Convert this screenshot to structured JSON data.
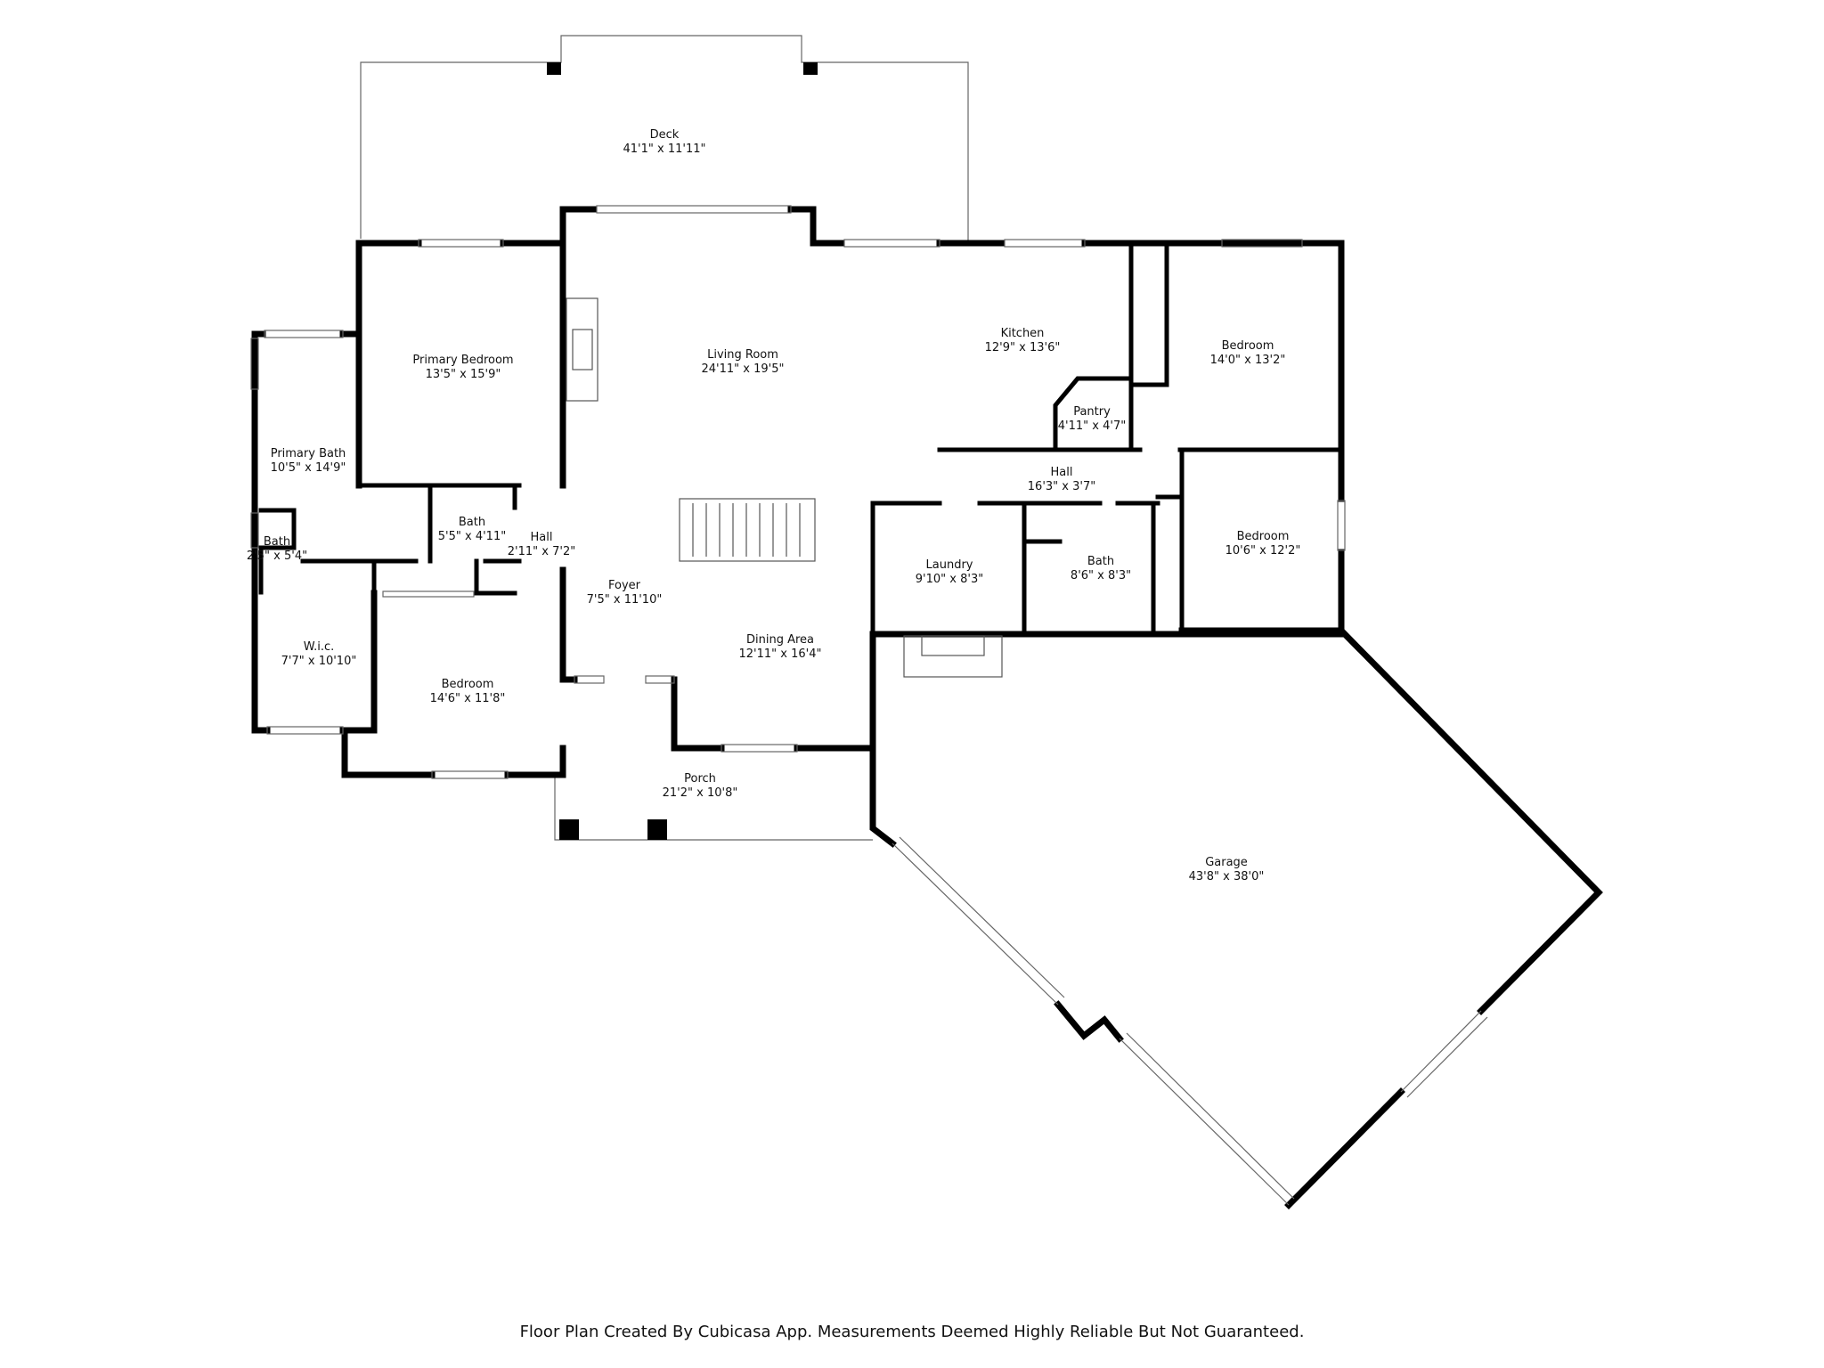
{
  "rooms": [
    {
      "id": "deck",
      "name": "Deck",
      "size": "41'1\" x 11'11\""
    },
    {
      "id": "living-room",
      "name": "Living Room",
      "size": "24'11\" x 19'5\""
    },
    {
      "id": "kitchen",
      "name": "Kitchen",
      "size": "12'9\" x 13'6\""
    },
    {
      "id": "bedroom-ne",
      "name": "Bedroom",
      "size": "14'0\" x 13'2\""
    },
    {
      "id": "primary-bedroom",
      "name": "Primary Bedroom",
      "size": "13'5\" x 15'9\""
    },
    {
      "id": "pantry",
      "name": "Pantry",
      "size": "4'11\" x 4'7\""
    },
    {
      "id": "primary-bath",
      "name": "Primary Bath",
      "size": "10'5\" x 14'9\""
    },
    {
      "id": "hall-east",
      "name": "Hall",
      "size": "16'3\" x 3'7\""
    },
    {
      "id": "bath-small",
      "name": "Bath",
      "size": "5'5\" x 4'11\""
    },
    {
      "id": "hall-west",
      "name": "Hall",
      "size": "2'11\" x 7'2\""
    },
    {
      "id": "bedroom-east",
      "name": "Bedroom",
      "size": "10'6\" x 12'2\""
    },
    {
      "id": "bath-tiny",
      "name": "Bath",
      "size": "2'5\" x 5'4\""
    },
    {
      "id": "laundry",
      "name": "Laundry",
      "size": "9'10\" x 8'3\""
    },
    {
      "id": "bath-center",
      "name": "Bath",
      "size": "8'6\" x 8'3\""
    },
    {
      "id": "foyer",
      "name": "Foyer",
      "size": "7'5\" x 11'10\""
    },
    {
      "id": "wic",
      "name": "W.i.c.",
      "size": "7'7\" x 10'10\""
    },
    {
      "id": "dining-area",
      "name": "Dining Area",
      "size": "12'11\" x 16'4\""
    },
    {
      "id": "bedroom-sw",
      "name": "Bedroom",
      "size": "14'6\" x 11'8\""
    },
    {
      "id": "porch",
      "name": "Porch",
      "size": "21'2\" x 10'8\""
    },
    {
      "id": "garage",
      "name": "Garage",
      "size": "43'8\" x 38'0\""
    }
  ],
  "footer": "Floor Plan Created By Cubicasa App. Measurements Deemed Highly Reliable But Not Guaranteed.",
  "colors": {
    "wall": "#000000",
    "background": "#ffffff",
    "thin_line": "#555555"
  }
}
